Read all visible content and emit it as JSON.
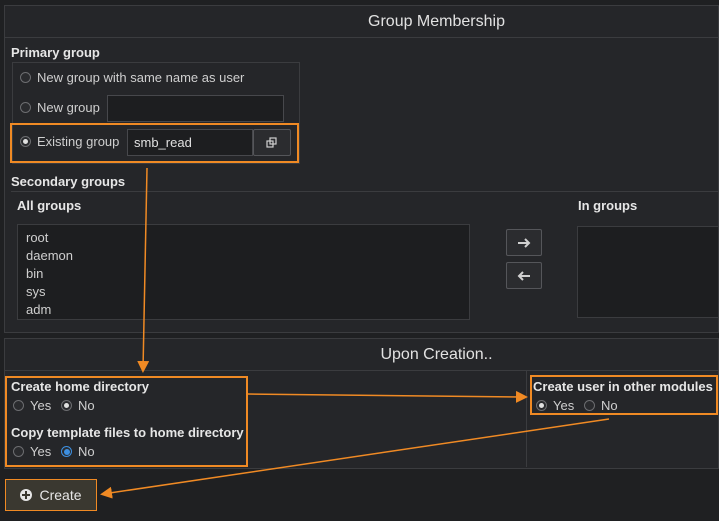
{
  "group_membership": {
    "title": "Group Membership",
    "primary_group": {
      "label": "Primary group",
      "option_same_name": "New group with same name as user",
      "option_new_group": "New group",
      "option_existing": "Existing group",
      "existing_value": "smb_read",
      "new_group_value": ""
    },
    "secondary_groups": {
      "label": "Secondary groups",
      "all_groups_label": "All groups",
      "in_groups_label": "In groups",
      "all_groups": [
        "root",
        "daemon",
        "bin",
        "sys",
        "adm"
      ],
      "in_groups": []
    }
  },
  "upon_creation": {
    "title": "Upon Creation..",
    "create_home": {
      "label": "Create home directory",
      "yes": "Yes",
      "no": "No",
      "selected": "No"
    },
    "copy_template": {
      "label": "Copy template files to home directory",
      "yes": "Yes",
      "no": "No",
      "selected": "No"
    },
    "other_modules": {
      "label": "Create user in other modules",
      "yes": "Yes",
      "no": "No",
      "selected": "Yes"
    }
  },
  "create_button": {
    "label": "Create"
  },
  "colors": {
    "highlight": "#f08a24",
    "radio_selected_blue": "#3d8fe0",
    "background": "#1f2022"
  }
}
